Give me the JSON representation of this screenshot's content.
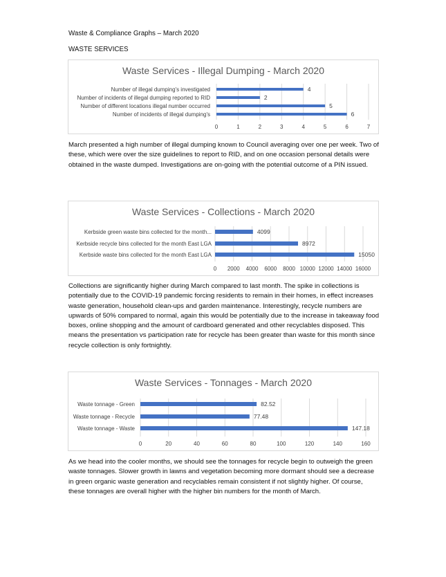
{
  "doc": {
    "title": "Waste & Compliance Graphs – March 2020",
    "section": "WASTE SERVICES",
    "para1": "March presented a high number of illegal dumping known to Council averaging over one per week. Two of these, which were over the size guidelines to report to RID, and on one occasion personal details were obtained in the waste dumped. Investigations are on-going with the potential outcome of a PIN issued.",
    "para2": "Collections are significantly higher during March compared to last month. The spike in collections is potentially due to the COVID-19 pandemic forcing residents to remain in their homes, in effect increases waste generation, household clean-ups and garden maintenance. Interestingly, recycle numbers are upwards of 50% compared to normal, again this would be potentially due to the increase in takeaway food boxes, online shopping and the amount of cardboard generated and other recyclables disposed. This means the presentation vs participation rate for recycle has been greater than waste for this month since recycle collection is only fortnightly.",
    "para3": "As we head into the cooler months, we should see the tonnages for recycle begin to outweigh the green waste tonnages. Slower growth in lawns and vegetation becoming more dormant should see a decrease in green organic waste generation and recyclables remain consistent if not slightly higher. Of course, these tonnages are overall higher with the higher bin numbers for the month of March."
  },
  "colors": {
    "bar": "#4472c4",
    "grid": "#d9d9d9",
    "text": "#404040"
  },
  "chart_data": [
    {
      "type": "bar",
      "orientation": "horizontal",
      "title": "Waste Services - Illegal Dumping - March 2020",
      "categories": [
        "Number of illegal dumping's investigated",
        "Number of incidents of illegal dumping reported to RID",
        "Number of different locations illegal number occurred",
        "Number of incidents of illegal dumping's"
      ],
      "values": [
        4,
        2,
        5,
        6
      ],
      "xlim": [
        0,
        7
      ],
      "ticks": [
        0,
        1,
        2,
        3,
        4,
        5,
        6,
        7
      ],
      "grid": true
    },
    {
      "type": "bar",
      "orientation": "horizontal",
      "title": "Waste Services - Collections - March 2020",
      "categories": [
        "Kerbside green waste bins collected for the month...",
        "Kerbside recycle bins collected for the month East LGA",
        "Kerbside waste bins collected for the month East LGA"
      ],
      "values": [
        4099,
        8972,
        15050
      ],
      "xlim": [
        0,
        16000
      ],
      "ticks": [
        0,
        2000,
        4000,
        6000,
        8000,
        10000,
        12000,
        14000,
        16000
      ],
      "grid": true
    },
    {
      "type": "bar",
      "orientation": "horizontal",
      "title": "Waste Services - Tonnages - March 2020",
      "categories": [
        "Waste tonnage - Green",
        "Waste tonnage - Recycle",
        "Waste tonnage - Waste"
      ],
      "values": [
        82.52,
        77.48,
        147.18
      ],
      "xlim": [
        0,
        160
      ],
      "ticks": [
        0,
        20,
        40,
        60,
        80,
        100,
        120,
        140,
        160
      ],
      "grid": true
    }
  ]
}
